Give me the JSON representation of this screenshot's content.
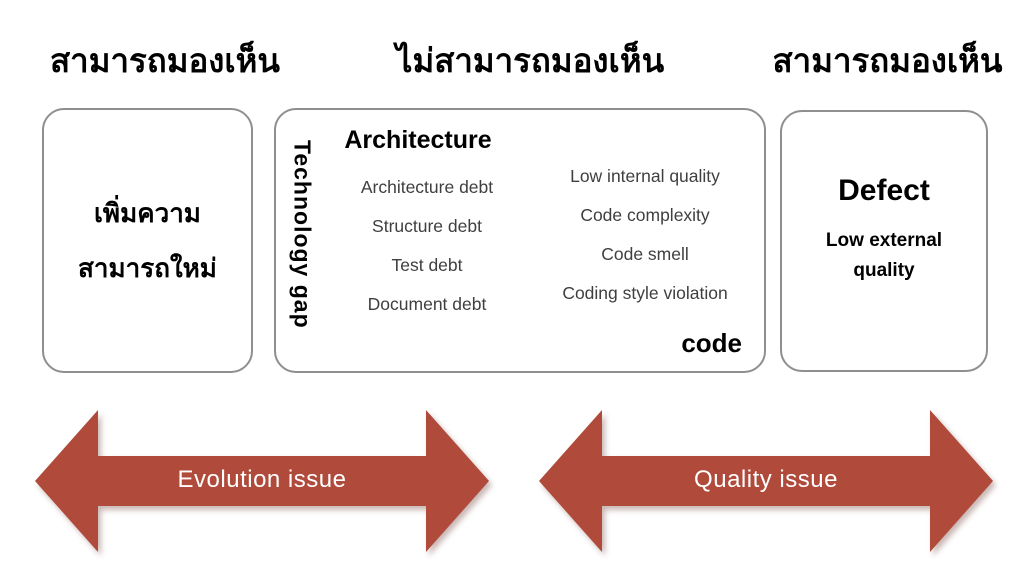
{
  "headers": {
    "left": "สามารถมองเห็น",
    "center": "ไม่สามารถมองเห็น",
    "right": "สามารถมองเห็น"
  },
  "left_box": {
    "line1": "เพิ่มความ",
    "line2": "สามารถใหม่"
  },
  "center_box": {
    "side_label": "Technology gap",
    "heading": "Architecture",
    "left_items": [
      "Architecture debt",
      "Structure debt",
      "Test debt",
      "Document debt"
    ],
    "right_items": [
      "Low internal quality",
      "Code complexity",
      "Code smell",
      "Coding style violation"
    ],
    "footer": "code"
  },
  "right_box": {
    "heading": "Defect",
    "subtitle": "Low external quality"
  },
  "arrows": {
    "left_label": "Evolution issue",
    "right_label": "Quality issue",
    "fill_color": "#b04a3b"
  },
  "colors": {
    "background": "#ffffff",
    "box_border": "#8f8f8f",
    "muted_text": "#3f3f3f",
    "arrow_text": "#ffffff"
  }
}
